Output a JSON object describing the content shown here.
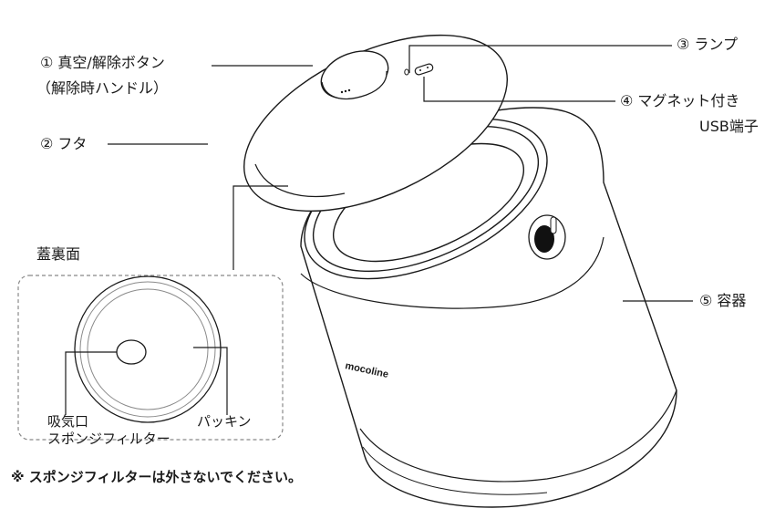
{
  "labels": {
    "button_line1": "① 真空/解除ボタン",
    "button_line2": "（解除時ハンドル）",
    "lid": "② フタ",
    "lamp": "③ ランプ",
    "usb_line1": "④ マグネット付き",
    "usb_line2": "USB端子",
    "container": "⑤ 容器",
    "lid_back": "蓋裏面",
    "intake_line1": "吸気口",
    "intake_line2": "スポンジフィルター",
    "packing": "パッキン",
    "note": "※ スポンジフィルターは外さないでください。"
  },
  "brand": "mocoline",
  "colors": {
    "line": "#1a1a1a",
    "light_line": "#9a9a9a",
    "fill": "#ffffff"
  }
}
